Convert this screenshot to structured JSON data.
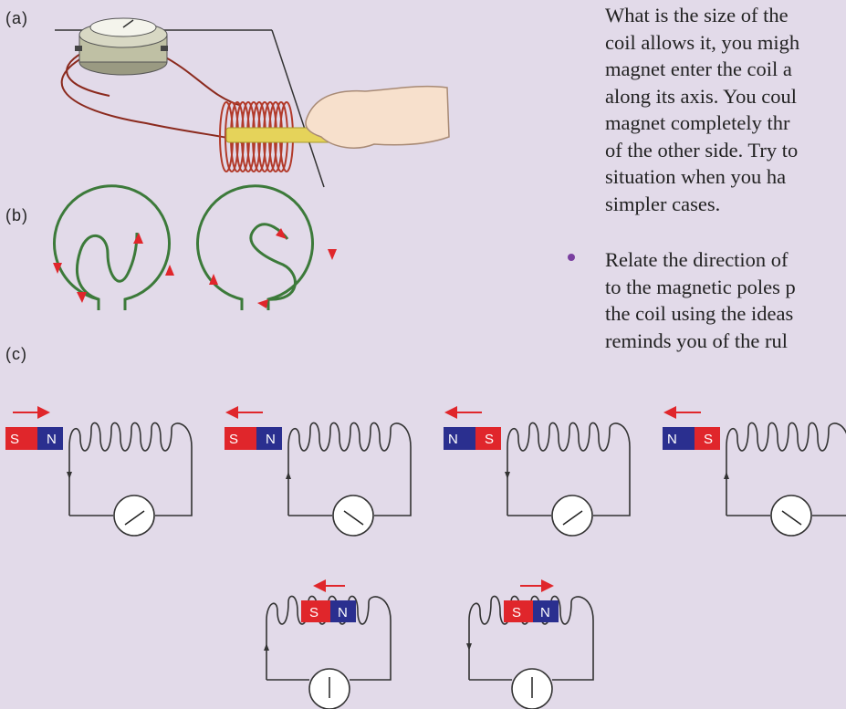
{
  "labels": {
    "a": "(a)",
    "b": "(b)",
    "c": "(c)"
  },
  "paragraph_lines": [
    "What is the size of the",
    "coil allows it, you migh",
    "magnet enter the coil a",
    "along its axis. You coul",
    "magnet completely thr",
    "of the other side. Try to",
    "situation when you ha",
    "simpler cases."
  ],
  "bullet_lines": [
    "Relate the direction of",
    "to the magnetic poles p",
    "the coil using the ideas",
    "reminds you of the rul"
  ],
  "magnets": [
    {
      "left": "S",
      "right": "N"
    },
    {
      "left": "S",
      "right": "N"
    },
    {
      "left": "N",
      "right": "S"
    },
    {
      "left": "N",
      "right": "S"
    },
    {
      "left": "S",
      "right": "N"
    },
    {
      "left": "S",
      "right": "N"
    }
  ],
  "colors": {
    "background": "#e2dae9",
    "red": "#e0262b",
    "blue": "#2a2f8f",
    "green": "#3c7a3a",
    "wire": "#8b2a1e"
  }
}
